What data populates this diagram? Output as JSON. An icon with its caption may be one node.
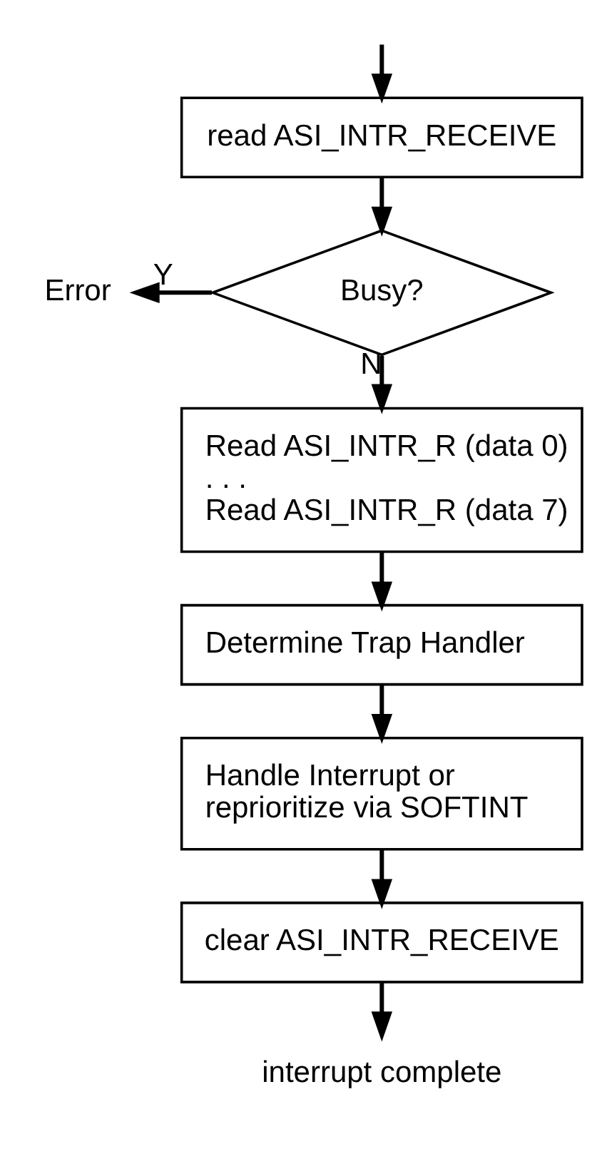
{
  "diagram": {
    "nodes": [
      {
        "text": [
          "read ASI_INTR_RECEIVE"
        ]
      },
      {
        "text": [
          "Busy?"
        ]
      },
      {
        "text": [
          "Error"
        ]
      },
      {
        "text": [
          "Read ASI_INTR_R (data 0)",
          ". . .",
          "Read ASI_INTR_R (data 7)"
        ]
      },
      {
        "text": [
          "Determine Trap Handler"
        ]
      },
      {
        "text": [
          "Handle Interrupt or reprioritize via SOFTINT"
        ]
      },
      {
        "text": [
          "clear ASI_INTR_RECEIVE"
        ]
      },
      {
        "text": [
          "interrupt complete"
        ]
      }
    ],
    "edges": [
      {
        "from": null,
        "to": 0,
        "arrow": "to"
      },
      {
        "from": 0,
        "to": 1,
        "arrow": "to"
      },
      {
        "from": 1,
        "to": 2,
        "arrow": "to",
        "label": "Y"
      },
      {
        "from": 1,
        "to": 3,
        "arrow": "to",
        "label": "N"
      },
      {
        "from": 3,
        "to": 4,
        "arrow": "to"
      },
      {
        "from": 4,
        "to": 5,
        "arrow": "to"
      },
      {
        "from": 5,
        "to": 6,
        "arrow": "to"
      },
      {
        "from": 6,
        "to": 7,
        "arrow": "to"
      }
    ]
  }
}
